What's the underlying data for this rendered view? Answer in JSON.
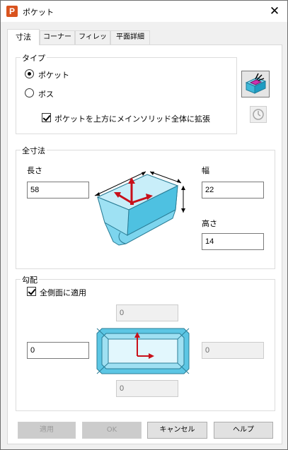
{
  "window": {
    "title": "ポケット",
    "close_glyph": "✕"
  },
  "tabs": [
    {
      "label": "寸法",
      "active": true
    },
    {
      "label": "コーナー"
    },
    {
      "label": "フィレット"
    },
    {
      "label": "平面詳細"
    }
  ],
  "type_group": {
    "legend": "タイプ",
    "pocket_label": "ポケット",
    "boss_label": "ボス",
    "selected": "pocket",
    "extend_checkbox_label": "ポケットを上方にメインソリッド全体に拡張",
    "extend_checked": true
  },
  "dimensions_group": {
    "legend": "全寸法",
    "length_label": "長さ",
    "length_value": "58",
    "width_label": "幅",
    "width_value": "22",
    "height_label": "高さ",
    "height_value": "14"
  },
  "draft_group": {
    "legend": "勾配",
    "apply_all_label": "全側面に適用",
    "apply_all_checked": true,
    "top_value": "0",
    "left_value": "0",
    "right_value": "0",
    "bottom_value": "0"
  },
  "buttons": {
    "apply": "適用",
    "ok": "OK",
    "cancel": "キャンセル",
    "help": "ヘルプ"
  }
}
